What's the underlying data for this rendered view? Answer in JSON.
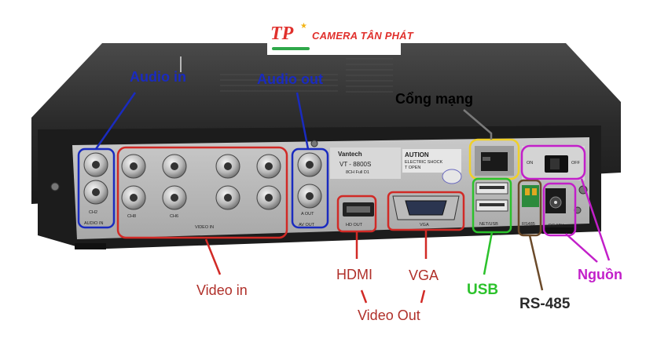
{
  "logo": {
    "brand_mark": "TP",
    "brand_name": "CAMERA TÂN PHÁT"
  },
  "device": {
    "vantech": "Vantech",
    "model": "VT - 8800S",
    "model_sub": "8CH Full D1",
    "caution": "AUTION",
    "caution_sub": "ELECTRIC SHOCK",
    "caution_sub2": "T OPEN",
    "ports": {
      "ch2": "CH2",
      "audio_in": "AUDIO IN",
      "ch8": "CH8",
      "ch6": "CH6",
      "video_in": "VIDEO IN",
      "a_out": "A OUT",
      "av_out": "AV OUT",
      "hd_out": "HD OUT",
      "vga": "VGA",
      "net_usb": "NET/USB",
      "rs485": "RS485",
      "dc12v": "DC 12V",
      "on": "ON",
      "off": "OFF"
    }
  },
  "annotations": {
    "audio_in": {
      "text": "Audio in",
      "color": "#1a2bbf"
    },
    "audio_out": {
      "text": "Audio out",
      "color": "#1a2bbf"
    },
    "cong_mang": {
      "text": "Cổng mạng",
      "color": "#000000"
    },
    "video_in": {
      "text": "Video in",
      "color": "#b0302a"
    },
    "hdmi": {
      "text": "HDMI",
      "color": "#b0302a"
    },
    "vga": {
      "text": "VGA",
      "color": "#b0302a"
    },
    "video_out": {
      "text": "Video Out",
      "color": "#b0302a"
    },
    "usb": {
      "text": "USB",
      "color": "#2cc22c"
    },
    "rs485": {
      "text": "RS-485",
      "color": "#2b2b2b"
    },
    "nguon": {
      "text": "Nguồn",
      "color": "#c21fc9"
    }
  }
}
